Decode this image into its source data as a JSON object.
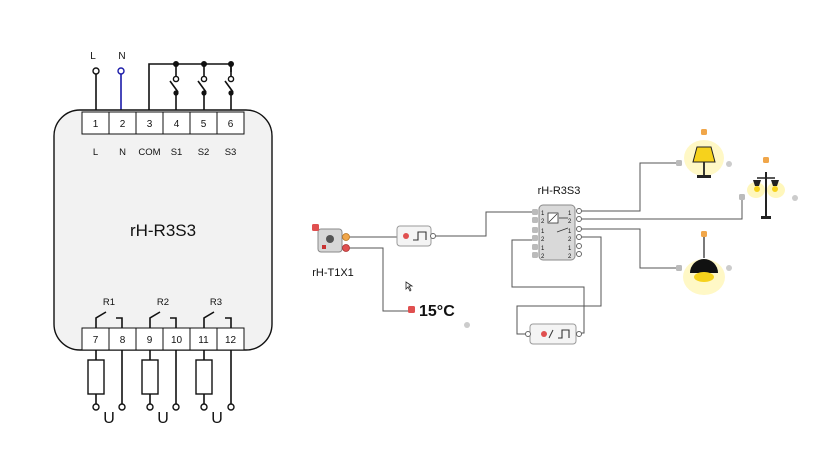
{
  "left_device": {
    "name": "rH-R3S3",
    "top_terminals": [
      {
        "num": "1",
        "label": "L"
      },
      {
        "num": "2",
        "label": "N"
      },
      {
        "num": "3",
        "label": "COM"
      },
      {
        "num": "4",
        "label": "S1"
      },
      {
        "num": "5",
        "label": "S2"
      },
      {
        "num": "6",
        "label": "S3"
      }
    ],
    "wire_labels": [
      "L",
      "N"
    ],
    "relays": [
      "R1",
      "R2",
      "R3"
    ],
    "bottom_terminals": [
      "7",
      "8",
      "9",
      "10",
      "11",
      "12"
    ],
    "load_symbols": [
      "U",
      "U",
      "U"
    ]
  },
  "flow": {
    "sensor_label": "rH-T1X1",
    "relay_label": "rH-R3S3",
    "temperature": "15°C",
    "relay_left_pins": [
      "1",
      "2",
      "1",
      "2",
      "1",
      "2"
    ],
    "relay_right_pins": [
      "1",
      "2",
      "1",
      "2",
      "1",
      "2"
    ]
  },
  "colors": {
    "line": "#111111",
    "neutral_wire": "#1a1aa8",
    "device_fill": "#f2f2f2",
    "lamp_yellow": "#f6d21c",
    "lamp_glow": "#fff3a0",
    "port_red": "#e05050",
    "port_orange": "#f0a64a",
    "node_fill": "#f4f4f4"
  }
}
